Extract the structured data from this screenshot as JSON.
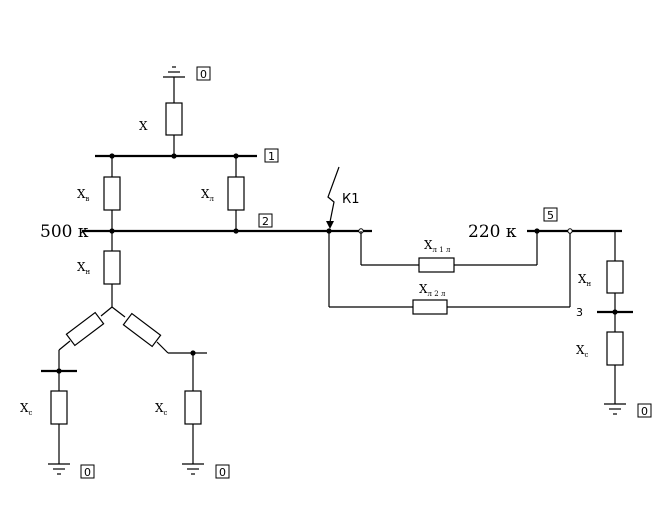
{
  "nodes": {
    "n0_top": "0",
    "n1": "1",
    "n2": "2",
    "n5": "5",
    "n3": "3",
    "n0_bl": "0",
    "n0_bm": "0",
    "n0_r": "0"
  },
  "buses": {
    "hv_label": "500 к",
    "mv_label": "220 к"
  },
  "fault": {
    "label": "К1"
  },
  "elements": {
    "x_top": "X",
    "x_b1": "X",
    "x_b1_sub": "в",
    "x_right1": "X",
    "x_right1_sub": "л",
    "x_h": "X",
    "x_h_sub": "н",
    "x_bl": "X",
    "x_bl_sub": "с",
    "x_bm": "X",
    "x_bm_sub": "с",
    "x_line1": "X",
    "x_line1_sub": "л 1 л",
    "x_line2": "X",
    "x_line2_sub": "л 2 л",
    "x_r1": "X",
    "x_r1_sub": "н",
    "x_r2": "X",
    "x_r2_sub": "с"
  }
}
